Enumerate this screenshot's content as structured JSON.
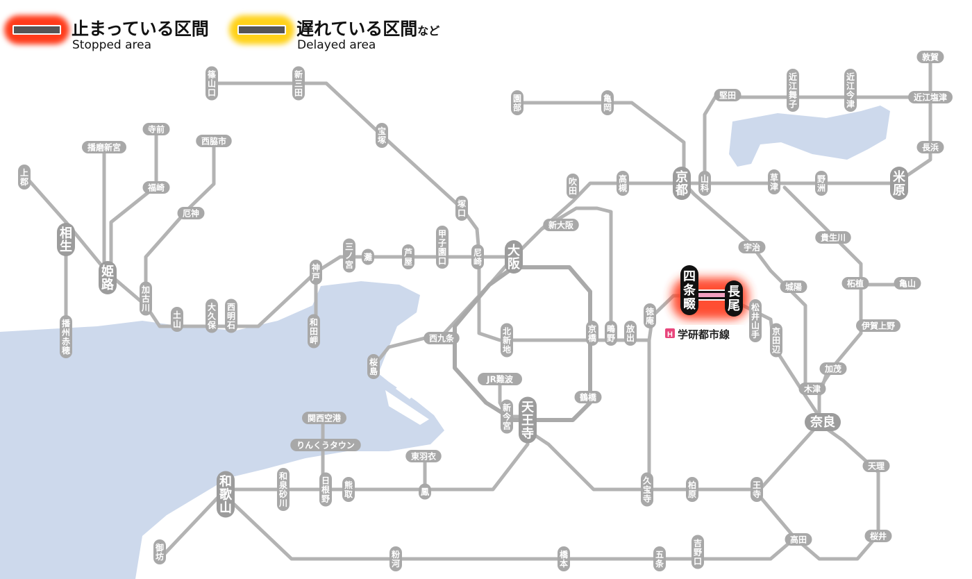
{
  "legend": {
    "stopped": {
      "ja": "止まっている区間",
      "en": "Stopped area",
      "color": "#ff3b1a"
    },
    "delayed": {
      "ja": "遅れている区間",
      "ja_suffix": "など",
      "en": "Delayed area",
      "color": "#ffd21a"
    }
  },
  "line_label": {
    "icon": "H",
    "name": "学研都市線",
    "color": "#e8467c"
  },
  "stopped_section": {
    "from": "四条畷",
    "to": "長尾"
  },
  "colors": {
    "water": "#cdd9ec",
    "line": "#b3b3b3",
    "loop": "#a9a9a9",
    "station": "#a8a8a8",
    "major": "#9c9c9c",
    "alert": "#111111"
  },
  "stations": [
    {
      "id": "sasayamaguchi",
      "name": "篠山口"
    },
    {
      "id": "shinsanda",
      "name": "新三田"
    },
    {
      "id": "takarazuka",
      "name": "宝塚"
    },
    {
      "id": "tsukaguchi",
      "name": "塚口"
    },
    {
      "id": "amagasaki",
      "name": "尼崎"
    },
    {
      "id": "osaka",
      "name": "大阪"
    },
    {
      "id": "shinosaka",
      "name": "新大阪"
    },
    {
      "id": "suita",
      "name": "吹田"
    },
    {
      "id": "takatsuki",
      "name": "高槻"
    },
    {
      "id": "kyoto",
      "name": "京都"
    },
    {
      "id": "sonobe",
      "name": "園部"
    },
    {
      "id": "kameoka",
      "name": "亀岡"
    },
    {
      "id": "katata",
      "name": "堅田"
    },
    {
      "id": "omimaiko",
      "name": "近江舞子"
    },
    {
      "id": "omiimazu",
      "name": "近江今津"
    },
    {
      "id": "tsuruga",
      "name": "敦賀"
    },
    {
      "id": "omishiotsu",
      "name": "近江塩津"
    },
    {
      "id": "nagahama",
      "name": "長浜"
    },
    {
      "id": "maibara",
      "name": "米原"
    },
    {
      "id": "yasu",
      "name": "野洲"
    },
    {
      "id": "kusatsu",
      "name": "草津"
    },
    {
      "id": "yamashina",
      "name": "山科"
    },
    {
      "id": "uji",
      "name": "宇治"
    },
    {
      "id": "joyo",
      "name": "城陽"
    },
    {
      "id": "tsuge",
      "name": "柘植"
    },
    {
      "id": "kameyama",
      "name": "亀山"
    },
    {
      "id": "kibukawa",
      "name": "貴生川"
    },
    {
      "id": "igaueno",
      "name": "伊賀上野"
    },
    {
      "id": "kamo",
      "name": "加茂"
    },
    {
      "id": "kizu",
      "name": "木津"
    },
    {
      "id": "nara",
      "name": "奈良"
    },
    {
      "id": "tenri",
      "name": "天理"
    },
    {
      "id": "sakurai",
      "name": "桜井"
    },
    {
      "id": "takada",
      "name": "高田"
    },
    {
      "id": "oji",
      "name": "王寺"
    },
    {
      "id": "kashiwara",
      "name": "柏原"
    },
    {
      "id": "kyuhoji",
      "name": "久宝寺"
    },
    {
      "id": "tennoji",
      "name": "天王寺"
    },
    {
      "id": "shinimamiya",
      "name": "新今宮"
    },
    {
      "id": "jrnamba",
      "name": "JR難波"
    },
    {
      "id": "tsuruhashi",
      "name": "鶴橋"
    },
    {
      "id": "kyobashi",
      "name": "京橋"
    },
    {
      "id": "kitashinchi",
      "name": "北新地"
    },
    {
      "id": "nishikujo",
      "name": "西九条"
    },
    {
      "id": "sakurajima",
      "name": "桜島"
    },
    {
      "id": "shigino",
      "name": "鴫野"
    },
    {
      "id": "hanaten",
      "name": "放出"
    },
    {
      "id": "tokuan",
      "name": "徳庵"
    },
    {
      "id": "shijonawate",
      "name": "四条畷"
    },
    {
      "id": "nagao",
      "name": "長尾"
    },
    {
      "id": "matsuiyamate",
      "name": "松井山手"
    },
    {
      "id": "kyotanabe",
      "name": "京田辺"
    },
    {
      "id": "kobe",
      "name": "神戸"
    },
    {
      "id": "sannomiya",
      "name": "三ノ宮"
    },
    {
      "id": "nada",
      "name": "灘"
    },
    {
      "id": "ashiya",
      "name": "芦屋"
    },
    {
      "id": "koshienguchi",
      "name": "甲子園口"
    },
    {
      "id": "wadamisaki",
      "name": "和田岬"
    },
    {
      "id": "nishiakashi",
      "name": "西明石"
    },
    {
      "id": "okubo",
      "name": "大久保"
    },
    {
      "id": "tsuchiyama",
      "name": "土山"
    },
    {
      "id": "kakogawa",
      "name": "加古川"
    },
    {
      "id": "himeji",
      "name": "姫路"
    },
    {
      "id": "aioi",
      "name": "相生"
    },
    {
      "id": "kamigori",
      "name": "上郡"
    },
    {
      "id": "banshuako",
      "name": "播州赤穂"
    },
    {
      "id": "harimashingu",
      "name": "播磨新宮"
    },
    {
      "id": "teramae",
      "name": "寺前"
    },
    {
      "id": "fukusaki",
      "name": "福崎"
    },
    {
      "id": "nishiwakishi",
      "name": "西脇市"
    },
    {
      "id": "yakujin",
      "name": "厄神"
    },
    {
      "id": "kansaiairport",
      "name": "関西空港"
    },
    {
      "id": "rinkutown",
      "name": "りんくうタウン"
    },
    {
      "id": "wakayama",
      "name": "和歌山"
    },
    {
      "id": "izumisunagawa",
      "name": "和泉砂川"
    },
    {
      "id": "hineno",
      "name": "日根野"
    },
    {
      "id": "kumatori",
      "name": "熊取"
    },
    {
      "id": "otori",
      "name": "鳳"
    },
    {
      "id": "higashihagoromo",
      "name": "東羽衣"
    },
    {
      "id": "gobo",
      "name": "御坊"
    },
    {
      "id": "kokawa",
      "name": "粉河"
    },
    {
      "id": "hashimoto",
      "name": "橋本"
    },
    {
      "id": "gojo",
      "name": "五条"
    },
    {
      "id": "yoshinoguchi",
      "name": "吉野口"
    }
  ]
}
